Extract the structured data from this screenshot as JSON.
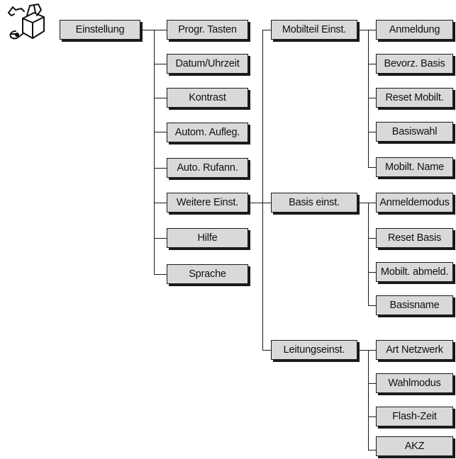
{
  "icon": "settings-tools-icon",
  "colors": {
    "box_fill": "#d9d9d9",
    "box_border": "#1a1a1a",
    "line": "#1a1a1a"
  },
  "menu": {
    "root": "Einstellung",
    "level1": [
      "Progr. Tasten",
      "Datum/Uhrzeit",
      "Kontrast",
      "Autom. Aufleg.",
      "Auto. Rufann.",
      "Weitere Einst.",
      "Hilfe",
      "Sprache"
    ],
    "level2": [
      "Mobilteil Einst.",
      "Basis einst.",
      "Leitungseinst."
    ],
    "mobilteil": [
      "Anmeldung",
      "Bevorz. Basis",
      "Reset Mobilt.",
      "Basiswahl",
      "Mobilt. Name"
    ],
    "basis": [
      "Anmeldemodus",
      "Reset Basis",
      "Mobilt. abmeld.",
      "Basisname"
    ],
    "leitung": [
      "Art Netzwerk",
      "Wahlmodus",
      "Flash-Zeit",
      "AKZ"
    ]
  }
}
